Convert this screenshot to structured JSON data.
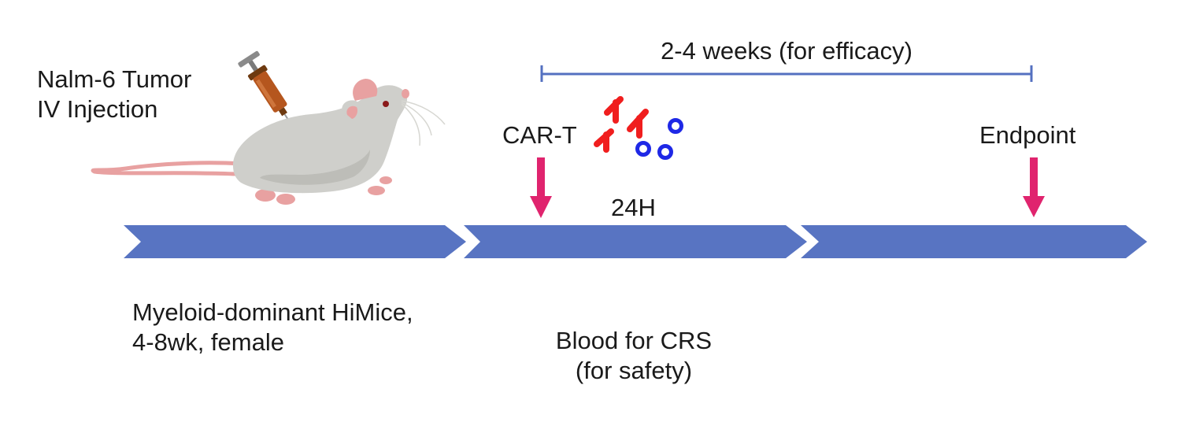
{
  "labels": {
    "tumor_injection": "Nalm-6 Tumor\nIV Injection",
    "mouse_model": "Myeloid-dominant HiMice,\n4-8wk, female",
    "blood_sampling": "Blood for CRS\n(for safety)",
    "cart_dosing": "CAR-T",
    "endpoint": "Endpoint",
    "efficacy_period": "2-4 weeks (for efficacy)",
    "time_24h": "24H"
  },
  "icons": [
    "mouse-icon",
    "syringe-icon",
    "antibody-icon",
    "cytokine-icon",
    "down-arrow-icon"
  ],
  "colors": {
    "timeline": "#5874c2",
    "marker_arrow": "#e0246e",
    "bracket": "#5470c0",
    "antibody": "#f01e1e",
    "cytokine": "#1e28e6"
  }
}
